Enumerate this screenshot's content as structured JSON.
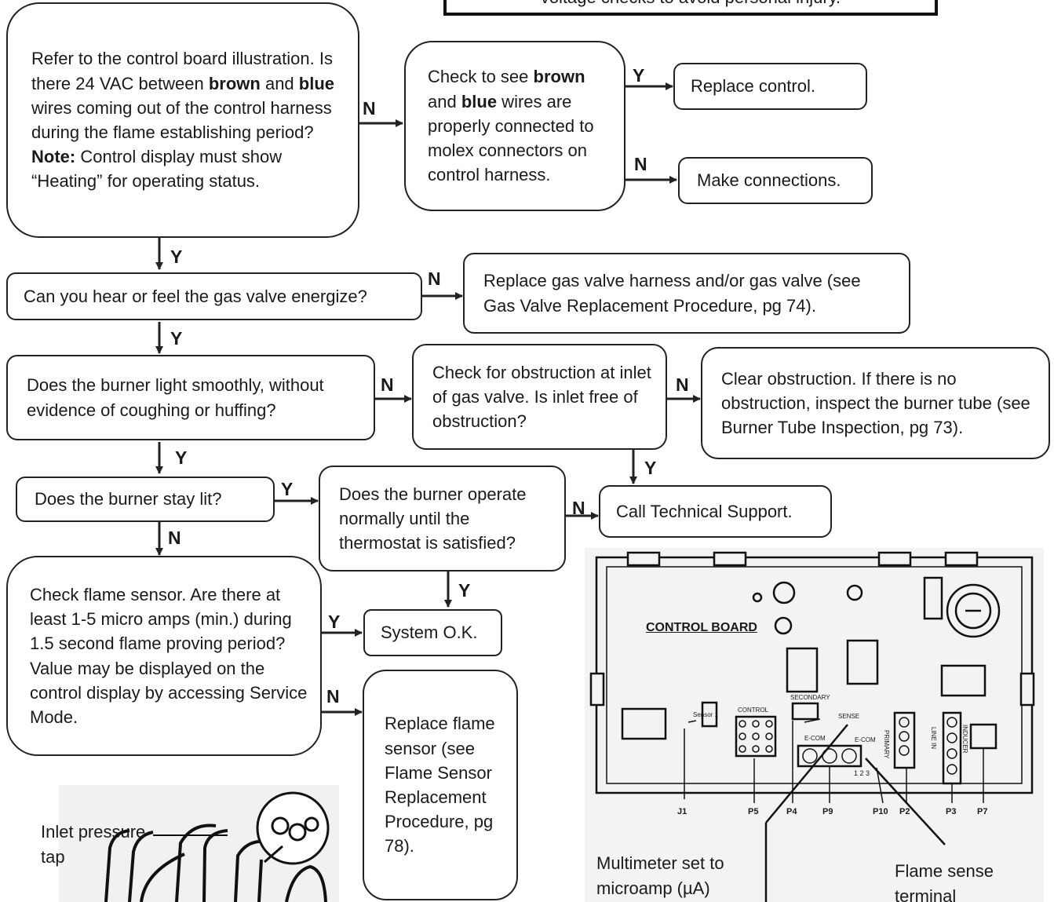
{
  "warning_banner": {
    "text": "voltage checks to avoid personal injury."
  },
  "nodes": {
    "check_24vac": {
      "pre1": "Refer to the control board illustration. Is there 24 VAC between ",
      "bold1": "brown",
      "mid1": " and ",
      "bold2": "blue",
      "post1": " wires coming out of the control harness during the flame establishing period? ",
      "note_label": "Note:",
      "post2": " Control display must show “Heating” for operating status."
    },
    "check_wires": {
      "pre": "Check to see ",
      "bold1": "brown",
      "mid": " and ",
      "bold2": "blue",
      "post": " wires are properly connected to molex connectors on control harness."
    },
    "replace_control": "Replace control.",
    "make_connections": "Make connections.",
    "gas_valve_energize": "Can you hear or feel the gas valve energize?",
    "replace_gas_valve": "Replace gas valve harness and/or gas valve (see Gas Valve Replacement Procedure, pg 74).",
    "burner_light": "Does the burner light smoothly, without evidence of coughing or huffing?",
    "check_obstruction": "Check for obstruction at inlet of gas valve. Is inlet free of obstruction?",
    "clear_obstruction": "Clear obstruction. If there is no obstruction, inspect the burner tube (see Burner Tube Inspection, pg 73).",
    "stay_lit": "Does the burner stay lit?",
    "operate_normally": "Does the burner operate normally until the thermostat is satisfied?",
    "call_support": "Call Technical Support.",
    "flame_sensor": "Check flame sensor. Are there at least 1-5 micro amps (min.) during 1.5 second flame proving period? Value may be displayed on the control display by accessing Service Mode.",
    "system_ok": "System O.K.",
    "replace_sensor": "Replace flame sensor (see Flame Sensor Replacement Procedure, pg 78)."
  },
  "edge_labels": {
    "yes": "Y",
    "no": "N"
  },
  "board": {
    "title": "CONTROL BOARD",
    "connectors": [
      "J1",
      "P5",
      "P4",
      "P9",
      "P10",
      "P2",
      "P3",
      "P7"
    ],
    "small_labels": {
      "sensor": "Sensor 1",
      "control": "CONTROL",
      "secondary": "SECONDARY",
      "sense": "SENSE",
      "ecom1": "E-COM",
      "ecom2": "E-COM",
      "primary": "PRIMARY",
      "line_in": "LINE IN",
      "inducer": "INDUCER",
      "pins": "1 2 3"
    },
    "callouts": {
      "multimeter": "Multimeter set to microamp (µA)",
      "flame_sense": "Flame sense terminal"
    }
  },
  "valve": {
    "callout": "Inlet pressure tap"
  }
}
